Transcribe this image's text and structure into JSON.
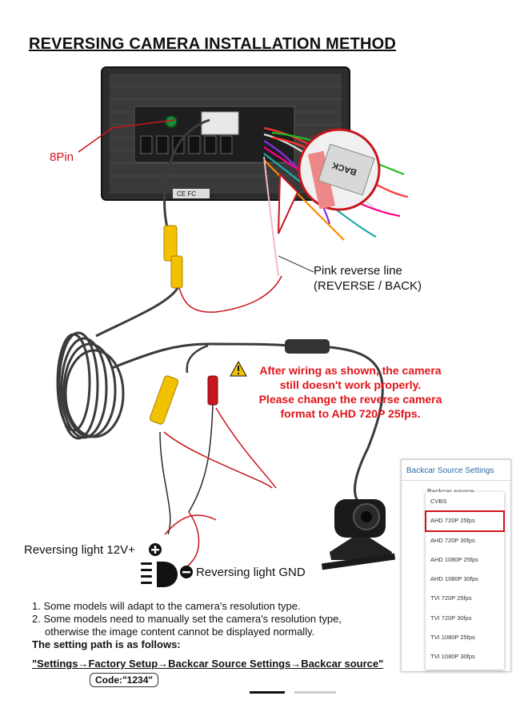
{
  "title": "REVERSING CAMERA INSTALLATION METHOD",
  "labels": {
    "pin": "8Pin",
    "back_tag": "BACK",
    "cert": "CE FC",
    "pink_line": "Pink reverse line",
    "pink_line_sub": "(REVERSE / BACK)",
    "power_positive": "Reversing light 12V+",
    "power_ground": "Reversing light GND"
  },
  "warning": [
    "After wiring as shown, the camera",
    "still doesn't work properly.",
    "Please change the reverse camera",
    "format to AHD 720P 25fps."
  ],
  "notes": {
    "n1": "1. Some models will adapt to the camera's resolution type.",
    "n2": "2. Some models need to manually set the camera's resolution type,",
    "n2b": "otherwise the image content cannot be displayed normally.",
    "path_intro": "The setting path is as follows:",
    "path": "\"Settings→Factory Setup→Backcar Source Settings→Backcar source\"",
    "code": "Code:\"1234\""
  },
  "settings_panel": {
    "header": "Backcar Source Settings",
    "sub_label": "Backcar source",
    "options": [
      "CVBS",
      "AHD 720P 25fps",
      "AHD 720P 30fps",
      "AHD 1080P 25fps",
      "AHD 1080P 30fps",
      "TVI 720P 25fps",
      "TVI 720P 30fps",
      "TVI 1080P 25fps",
      "TVI 1080P 30fps"
    ],
    "selected": "AHD 720P 25fps"
  },
  "colors": {
    "warning": "#e0141a",
    "highlight": "#d0141e",
    "cable": "#3c3c3c",
    "rca_yellow": "#f2c200",
    "power_red": "#c8141c",
    "panel_header": "#2a6aa8"
  }
}
